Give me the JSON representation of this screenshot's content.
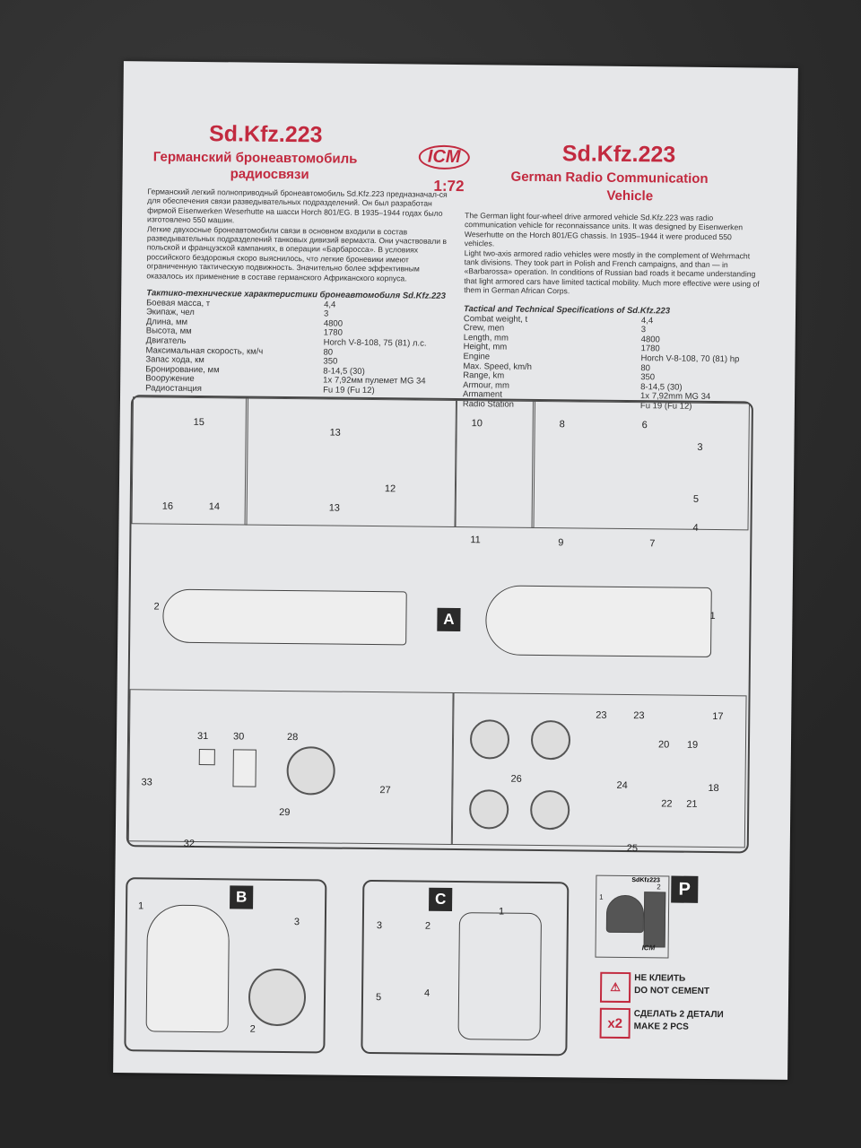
{
  "header": {
    "title_ru": "Sd.Kfz.223",
    "subtitle_ru_1": "Германский бронеавтомобиль",
    "subtitle_ru_2": "радиосвязи",
    "logo": "ICM",
    "scale": "1:72",
    "title_en": "Sd.Kfz.223",
    "subtitle_en_1": "German Radio Communication",
    "subtitle_en_2": "Vehicle"
  },
  "ru": {
    "intro": "Германский легкий полноприводный бронеавтомобиль Sd.Kfz.223 предназначал-ся для обеспечения связи разведывательных подразделений. Он был разработан фирмой Eisenwerken Weserhutte на шасси Horch 801/EG. В 1935–1944 годах было изготовлено 550 машин.\nЛегкие двухосные бронеавтомобили связи в основном входили в состав разведывательных подразделений танковых дивизий вермахта. Они участвовали в польской и французской кампаниях, в операции «Барбаросса». В условиях российского бездорожья скоро выяснилось, что легкие броневики имеют ограниченную тактическую подвижность. Значительно более эффективным оказалось их применение в составе германского Африканского корпуса.",
    "spec_title": "Тактико-технические характеристики бронеавтомобиля Sd.Kfz.223",
    "specs": [
      [
        "Боевая масса, т",
        "4,4"
      ],
      [
        "Экипаж, чел",
        "3"
      ],
      [
        "Длина, мм",
        "4800"
      ],
      [
        "Высота, мм",
        "1780"
      ],
      [
        "Двигатель",
        "Horch V-8-108, 75 (81) л.с."
      ],
      [
        "Максимальная скорость, км/ч",
        "80"
      ],
      [
        "Запас хода, км",
        "350"
      ],
      [
        "Бронирование, мм",
        "8-14,5 (30)"
      ],
      [
        "Вооружение",
        "1x 7,92мм пулемет MG 34"
      ],
      [
        "Радиостанция",
        "Fu 19 (Fu 12)"
      ]
    ]
  },
  "en": {
    "intro": "The German light four-wheel drive armored vehicle Sd.Kfz.223 was radio communication vehicle for reconnaissance units. It was designed by Eisenwerken Weserhutte on the Horch 801/EG chassis. In 1935–1944 it were produced 550 vehicles.\nLight two-axis armored radio vehicles were mostly in the complement of Wehrmacht tank divisions. They took part in Polish and French campaigns, and than — in «Barbarossa» operation. In conditions of Russian bad roads it became understanding that light armored cars have limited tactical mobility. Much more effective were using of them in German African Corps.",
    "spec_title": "Tactical and Technical Specifications of Sd.Kfz.223",
    "specs": [
      [
        "Combat weight, t",
        "4,4"
      ],
      [
        "Crew, men",
        "3"
      ],
      [
        "Length, mm",
        "4800"
      ],
      [
        "Height, mm",
        "1780"
      ],
      [
        "Engine",
        "Horch V-8-108, 70 (81) hp"
      ],
      [
        "Max. Speed, km/h",
        "80"
      ],
      [
        "Range, km",
        "350"
      ],
      [
        "Armour, mm",
        "8-14,5 (30)"
      ],
      [
        "Armament",
        "1x 7,92mm MG 34"
      ],
      [
        "Radio Station",
        "Fu 19 (Fu 12)"
      ]
    ]
  },
  "sprues": {
    "A": {
      "label": "A",
      "parts": [
        "15",
        "13",
        "16",
        "14",
        "13",
        "12",
        "10",
        "8",
        "6",
        "3",
        "11",
        "9",
        "7",
        "5",
        "4",
        "2",
        "1",
        "31",
        "30",
        "28",
        "33",
        "27",
        "29",
        "32",
        "26",
        "23",
        "23",
        "20",
        "19",
        "17",
        "24",
        "18",
        "22",
        "21",
        "25"
      ]
    },
    "B": {
      "label": "B",
      "parts": [
        "1",
        "3",
        "2"
      ]
    },
    "C": {
      "label": "C",
      "parts": [
        "3",
        "2",
        "1",
        "5",
        "4"
      ]
    },
    "P": {
      "label": "P",
      "fret_text": "SdKfz223",
      "parts": [
        "1",
        "2"
      ],
      "logo": "ICM"
    }
  },
  "legend": {
    "no_cement_ru": "НЕ КЛЕИТЬ",
    "no_cement_en": "DO NOT CEMENT",
    "x2_symbol": "x2",
    "make2_ru": "СДЕЛАТЬ  2 ДЕТАЛИ",
    "make2_en": "MAKE 2 PCS"
  },
  "colors": {
    "accent": "#c22a3f",
    "paper": "#e6e7e9",
    "background": "#2f2f2f"
  }
}
